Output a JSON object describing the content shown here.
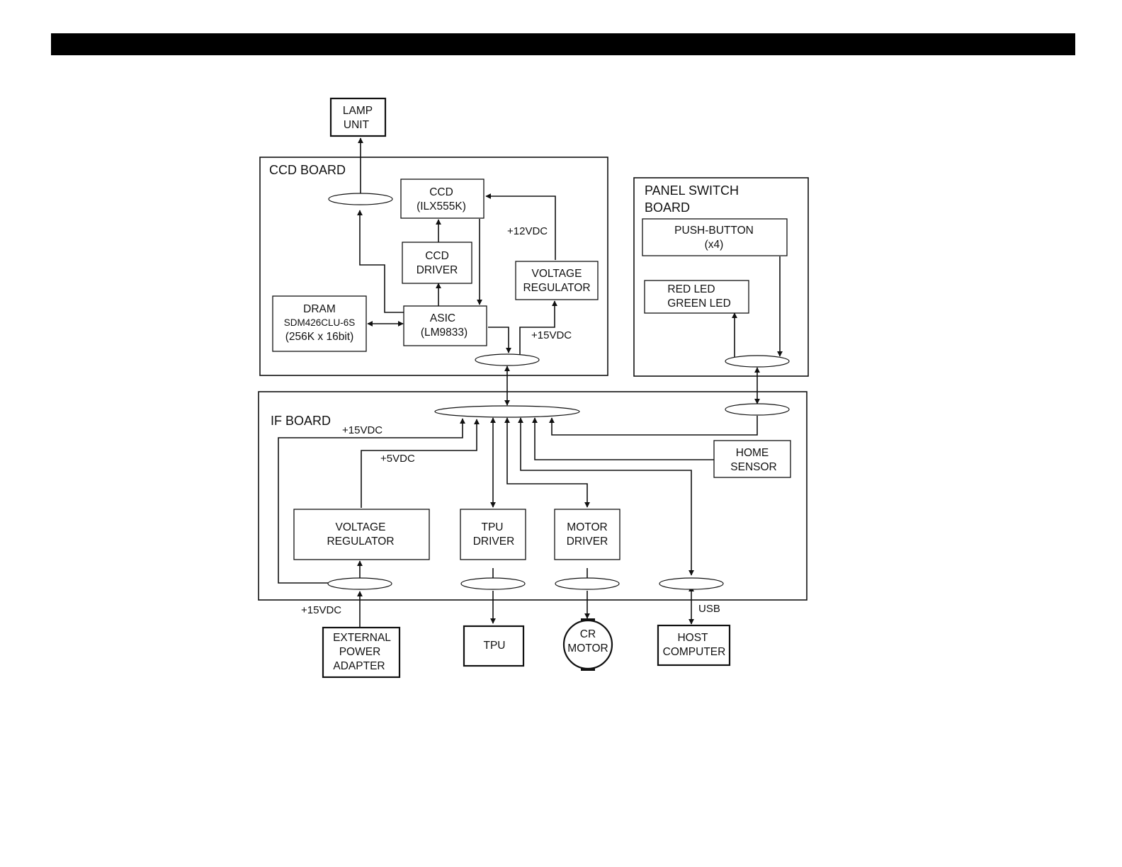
{
  "boards": {
    "ccd": "CCD BOARD",
    "panel_line1": "PANEL SWITCH",
    "panel_line2": "BOARD",
    "if": "IF BOARD"
  },
  "blocks": {
    "lamp_unit": [
      "LAMP",
      "UNIT"
    ],
    "ccd": [
      "CCD",
      "(ILX555K)"
    ],
    "ccd_driver": [
      "CCD",
      "DRIVER"
    ],
    "asic": [
      "ASIC",
      "(LM9833)"
    ],
    "dram": [
      "DRAM",
      "SDM426CLU-6S",
      "(256K x 16bit)"
    ],
    "ccd_voltage_regulator": [
      "VOLTAGE",
      "REGULATOR"
    ],
    "push_button": [
      "PUSH-BUTTON",
      "(x4)"
    ],
    "led": [
      "RED LED",
      "GREEN LED"
    ],
    "home_sensor": [
      "HOME",
      "SENSOR"
    ],
    "if_voltage_regulator": [
      "VOLTAGE",
      "REGULATOR"
    ],
    "tpu_driver": [
      "TPU",
      "DRIVER"
    ],
    "motor_driver": [
      "MOTOR",
      "DRIVER"
    ],
    "external_power_adapter": [
      "EXTERNAL",
      "POWER",
      "ADAPTER"
    ],
    "tpu": [
      "TPU"
    ],
    "cr_motor": [
      "CR",
      "MOTOR"
    ],
    "host_computer": [
      "HOST",
      "COMPUTER"
    ]
  },
  "signals": {
    "ccd_12v": "+12VDC",
    "ccd_15v": "+15VDC",
    "if_15v": "+15VDC",
    "if_5v": "+5VDC",
    "ext_15v": "+15VDC",
    "usb": "USB"
  }
}
